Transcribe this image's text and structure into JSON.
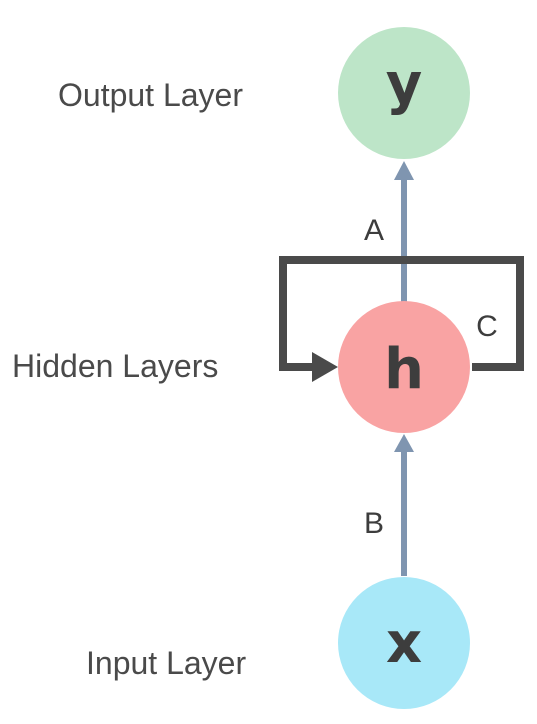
{
  "labels": {
    "output_layer": "Output Layer",
    "hidden_layers": "Hidden Layers",
    "input_layer": "Input Layer"
  },
  "nodes": {
    "output": {
      "symbol": "y",
      "color": "#bde5c8"
    },
    "hidden": {
      "symbol": "h",
      "color": "#f9a3a3"
    },
    "input": {
      "symbol": "x",
      "color": "#a8e8f8"
    }
  },
  "edges": {
    "hidden_to_output": {
      "label": "A",
      "color": "#7f95b0"
    },
    "input_to_hidden": {
      "label": "B",
      "color": "#7f95b0"
    },
    "recurrent_loop": {
      "label": "C",
      "color": "#4a4a4a"
    }
  }
}
